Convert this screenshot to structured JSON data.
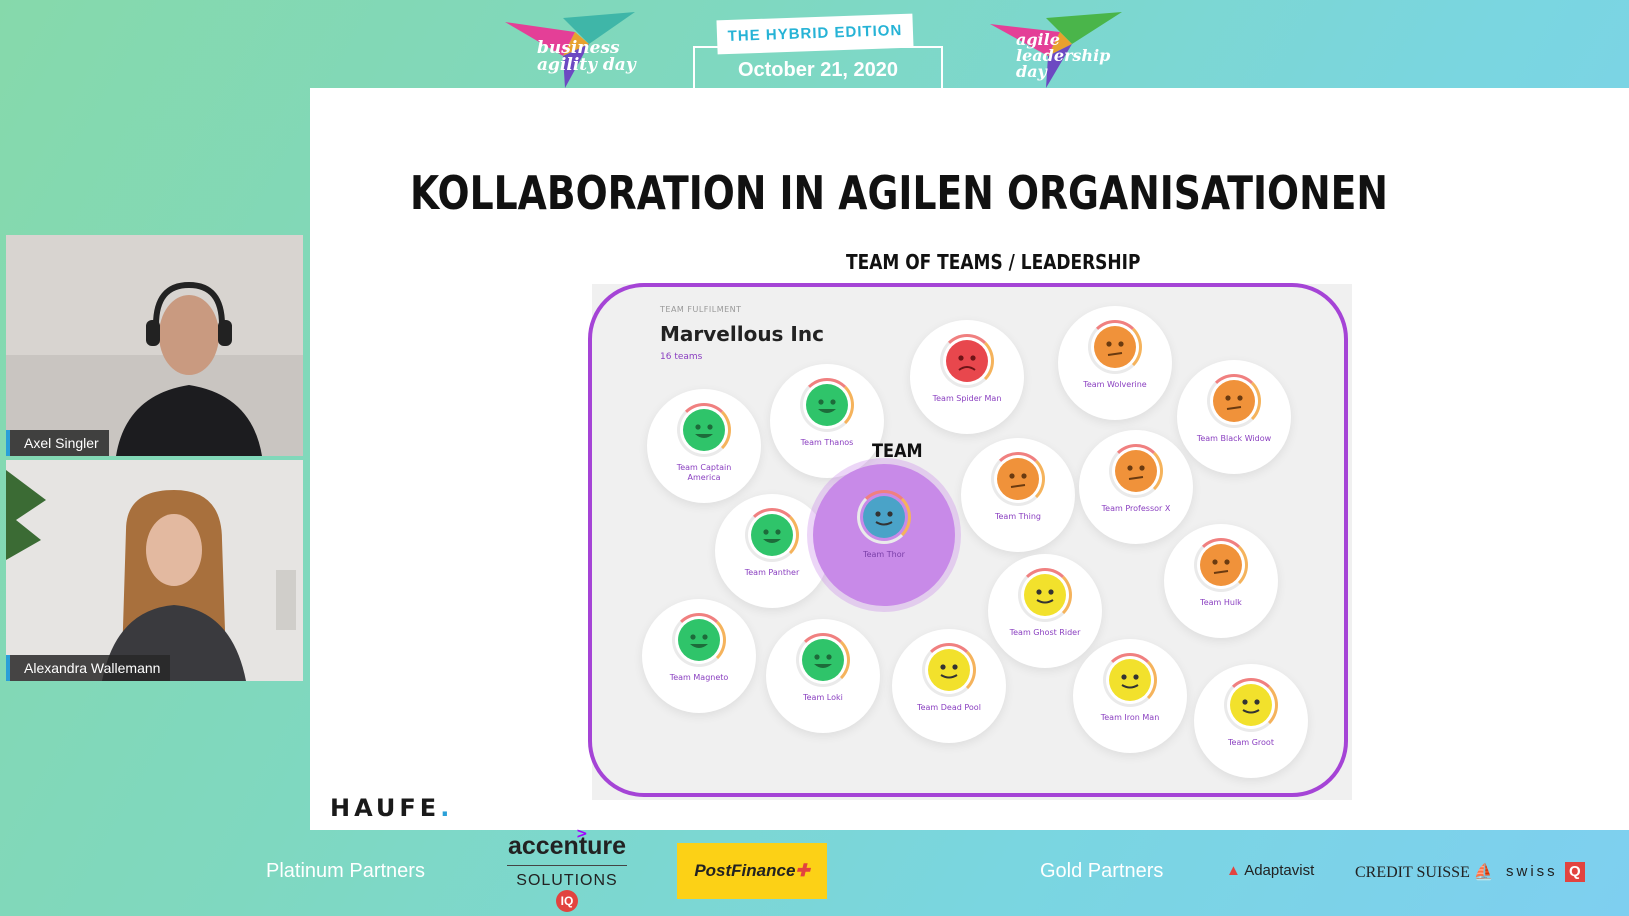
{
  "header": {
    "logo_left": "business\nagility day",
    "logo_right": "agile\nleadership\nday",
    "edition": "THE HYBRID EDITION",
    "date": "October 21, 2020"
  },
  "slide": {
    "title": "KOLLABORATION IN AGILEN ORGANISATIONEN",
    "subtitle": "TEAM OF TEAMS / LEADERSHIP",
    "brand": "HAUFE",
    "team_callout": "TEAM",
    "dashboard": {
      "label": "TEAM FULFILMENT",
      "title": "Marvellous Inc",
      "count": "16 teams",
      "teams": [
        {
          "name": "Team Captain America",
          "mood": "happy",
          "color": "#2fc46a"
        },
        {
          "name": "Team Thanos",
          "mood": "happy",
          "color": "#2fc46a"
        },
        {
          "name": "Team Spider Man",
          "mood": "sad",
          "color": "#e8474d"
        },
        {
          "name": "Team Wolverine",
          "mood": "neutral",
          "color": "#f0923a"
        },
        {
          "name": "Team Black Widow",
          "mood": "neutral",
          "color": "#f0923a"
        },
        {
          "name": "Team Panther",
          "mood": "happy",
          "color": "#2fc46a"
        },
        {
          "name": "Team Thor",
          "mood": "smile",
          "color": "#4aa3c8"
        },
        {
          "name": "Team Thing",
          "mood": "neutral",
          "color": "#f0923a"
        },
        {
          "name": "Team Professor X",
          "mood": "neutral",
          "color": "#f0923a"
        },
        {
          "name": "Team Hulk",
          "mood": "neutral",
          "color": "#f0923a"
        },
        {
          "name": "Team Ghost Rider",
          "mood": "smile",
          "color": "#f2e12c"
        },
        {
          "name": "Team Magneto",
          "mood": "happy",
          "color": "#2fc46a"
        },
        {
          "name": "Team Loki",
          "mood": "happy",
          "color": "#2fc46a"
        },
        {
          "name": "Team Dead Pool",
          "mood": "smile",
          "color": "#f2e12c"
        },
        {
          "name": "Team Iron Man",
          "mood": "smile",
          "color": "#f2e12c"
        },
        {
          "name": "Team Groot",
          "mood": "smile",
          "color": "#f2e12c"
        }
      ]
    }
  },
  "participants": [
    {
      "name": "Axel Singler"
    },
    {
      "name": "Alexandra Wallemann"
    }
  ],
  "footer": {
    "platinum_label": "Platinum Partners",
    "gold_label": "Gold Partners",
    "accenture": "accenture",
    "accenture_sub": "SOLUTIONS",
    "accenture_iq": "IQ",
    "postfinance": "PostFinance",
    "adaptavist": "Adaptavist",
    "credit_suisse": "CREDIT SUISSE",
    "swiss": "swiss",
    "swiss_q": "Q"
  }
}
